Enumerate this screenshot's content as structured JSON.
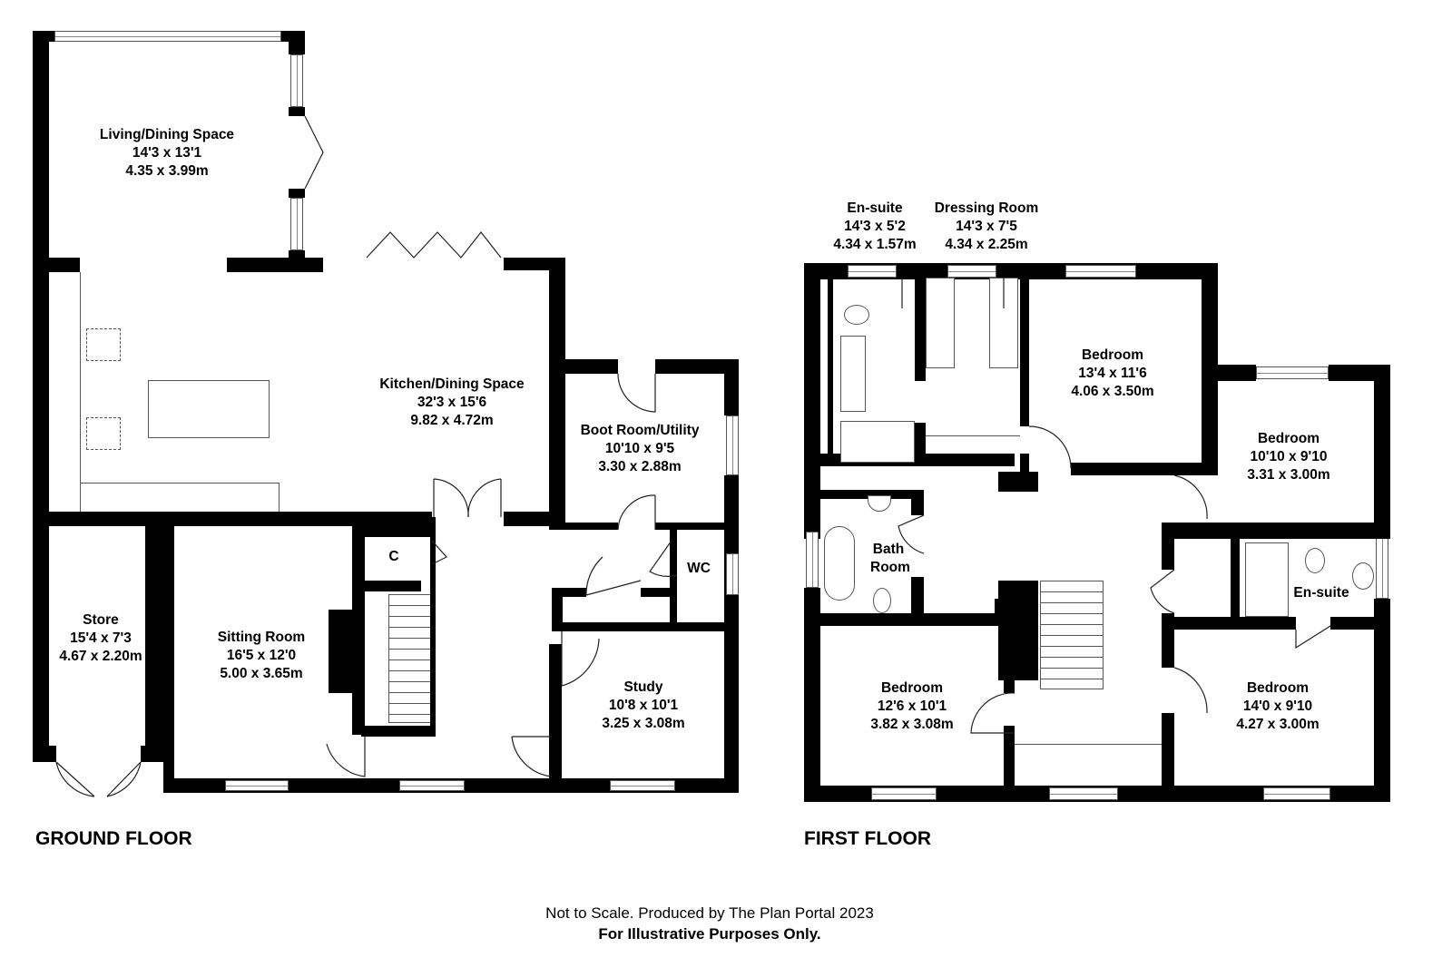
{
  "ground_floor": {
    "title": "GROUND FLOOR",
    "rooms": [
      {
        "name": "Living/Dining Space",
        "imperial": "14'3 x 13'1",
        "metric": "4.35 x 3.99m"
      },
      {
        "name": "Kitchen/Dining Space",
        "imperial": "32'3 x 15'6",
        "metric": "9.82 x 4.72m"
      },
      {
        "name": "Boot Room/Utility",
        "imperial": "10'10 x 9'5",
        "metric": "3.30 x 2.88m"
      },
      {
        "name": "Store",
        "imperial": "15'4 x 7'3",
        "metric": "4.67 x 2.20m"
      },
      {
        "name": "Sitting Room",
        "imperial": "16'5 x 12'0",
        "metric": "5.00 x 3.65m"
      },
      {
        "name": "Study",
        "imperial": "10'8 x 10'1",
        "metric": "3.25 x 3.08m"
      },
      {
        "name": "WC"
      },
      {
        "name": "C"
      }
    ]
  },
  "first_floor": {
    "title": "FIRST FLOOR",
    "rooms": [
      {
        "name": "En-suite",
        "imperial": "14'3 x 5'2",
        "metric": "4.34 x 1.57m"
      },
      {
        "name": "Dressing Room",
        "imperial": "14'3 x 7'5",
        "metric": "4.34 x 2.25m"
      },
      {
        "name": "Bedroom",
        "imperial": "13'4 x 11'6",
        "metric": "4.06 x 3.50m"
      },
      {
        "name": "Bedroom",
        "imperial": "10'10 x 9'10",
        "metric": "3.31 x 3.00m"
      },
      {
        "name": "Bath Room"
      },
      {
        "name": "En-suite"
      },
      {
        "name": "Bedroom",
        "imperial": "12'6 x 10'1",
        "metric": "3.82 x 3.08m"
      },
      {
        "name": "Bedroom",
        "imperial": "14'0 x 9'10",
        "metric": "4.27 x 3.00m"
      }
    ]
  },
  "footer": {
    "disclaimer": "Not to Scale. Produced by The Plan Portal 2023",
    "note": "For Illustrative Purposes Only."
  }
}
